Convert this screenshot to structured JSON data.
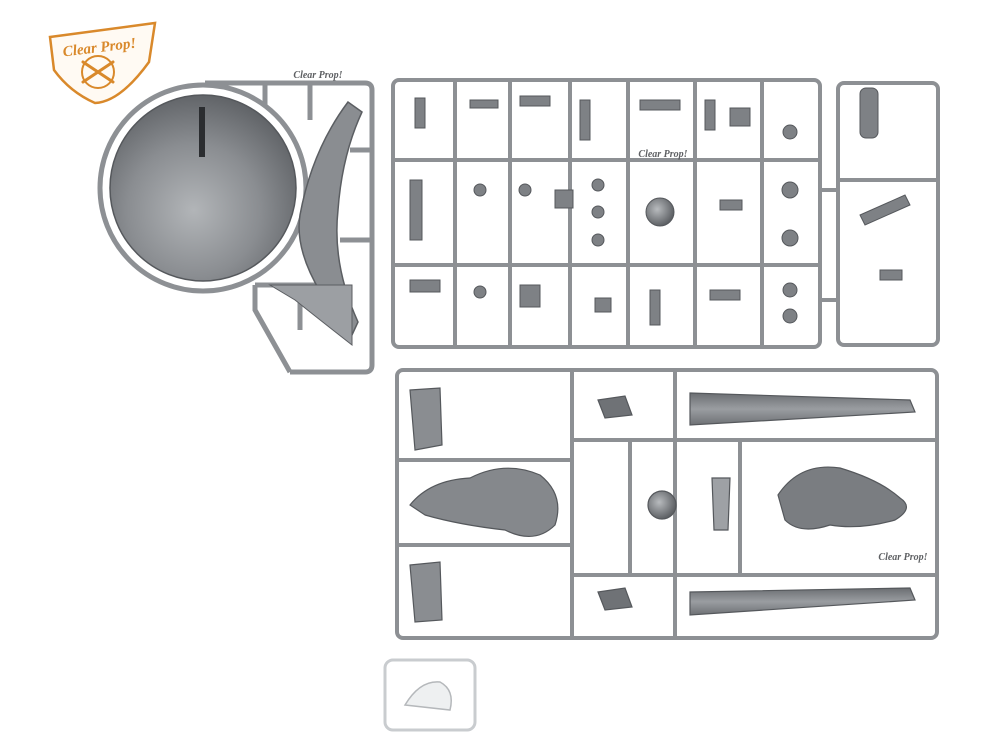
{
  "logo": {
    "text": "Clear Prop!",
    "color": "#d9892b"
  },
  "sprue_marks": {
    "frame_a": "Clear Prop!",
    "frame_b": "Clear Prop!",
    "frame_c": "Clear Prop!"
  },
  "colors": {
    "plastic": "#8d9094",
    "plastic_dark": "#5c5f63",
    "plastic_light": "#b7babd",
    "clear_part": "#e6e8ea",
    "background": "#ffffff"
  }
}
